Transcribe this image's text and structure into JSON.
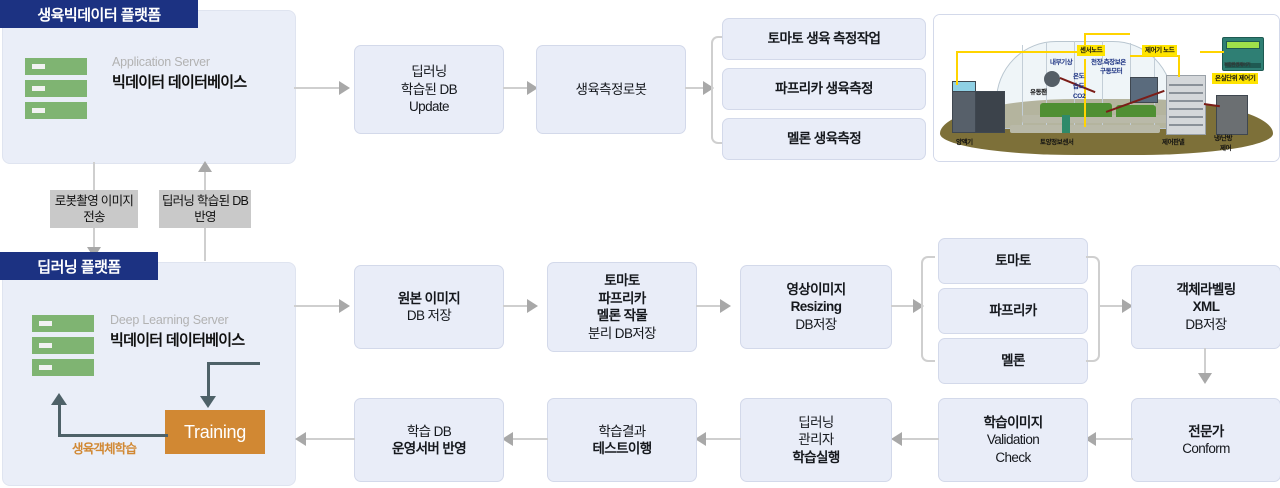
{
  "diagram": {
    "title_hidden": "",
    "platforms": [
      {
        "id": "growth-bigdata-platform",
        "title": "생육빅데이터 플랫폼",
        "server_sub": "Application\nServer",
        "server_sub_line1": "Application",
        "server_sub_line2": "Server",
        "server_main_line1": "빅데이터",
        "server_main_line2": "데이터베이스",
        "icon": "server-rack-icon"
      },
      {
        "id": "deep-learning-platform",
        "title": "딥러닝 플랫폼",
        "server_sub_line1": "Deep Learning",
        "server_sub_line2": "Server",
        "server_main_line1": "빅데이터",
        "server_main_line2": "데이터베이스",
        "icon": "server-rack-icon",
        "training_label": "Training",
        "loop_label": "생육객체학습"
      }
    ],
    "chips": [
      {
        "id": "robot-capture",
        "line1": "로봇촬영",
        "line2": "이미지전송"
      },
      {
        "id": "deeplearning-db-apply",
        "line1": "딥러닝 학습된",
        "line2": "DB반영"
      }
    ],
    "top_flow": [
      {
        "id": "deeplearning-db-update",
        "lines": [
          "딥러닝",
          "학습된 DB",
          "Update"
        ],
        "bold": [
          false,
          false,
          false
        ]
      },
      {
        "id": "growth-measure-robot",
        "lines": [
          "생육측정로봇"
        ],
        "bold": [
          false
        ]
      }
    ],
    "top_branch": [
      {
        "id": "tomato-growth-task",
        "lines": [
          "토마토 생육 측정작업"
        ],
        "bold": [
          true
        ]
      },
      {
        "id": "paprika-growth-measure",
        "lines": [
          "파프리카 생육측정"
        ],
        "bold": [
          true
        ]
      },
      {
        "id": "melon-growth-measure",
        "lines": [
          "멜론 생육측정"
        ],
        "bold": [
          true
        ]
      }
    ],
    "mid_flow": [
      {
        "id": "original-image-db",
        "lines": [
          "원본 이미지",
          "DB 저장"
        ],
        "bold": [
          true,
          false
        ]
      },
      {
        "id": "crop-split-db",
        "lines": [
          "토마토",
          "파프리카",
          "멜론 작물",
          "분리 DB저장"
        ],
        "bold": [
          true,
          true,
          "mixed",
          false
        ]
      },
      {
        "id": "image-resizing-db",
        "lines": [
          "영상이미지",
          "Resizing",
          "DB저장"
        ],
        "bold": [
          true,
          true,
          false
        ]
      }
    ],
    "mid_branch": [
      {
        "id": "branch-tomato",
        "lines": [
          "토마토"
        ],
        "bold": [
          true
        ]
      },
      {
        "id": "branch-paprika",
        "lines": [
          "파프리카"
        ],
        "bold": [
          true
        ]
      },
      {
        "id": "branch-melon",
        "lines": [
          "멜론"
        ],
        "bold": [
          true
        ]
      }
    ],
    "right_column": [
      {
        "id": "object-labeling-xml",
        "lines": [
          "객체라벨링",
          "XML",
          "DB저장"
        ],
        "bold": [
          true,
          true,
          false
        ]
      },
      {
        "id": "expert-conform",
        "lines": [
          "전문가",
          "Conform"
        ],
        "bold": [
          true,
          false
        ]
      }
    ],
    "bottom_flow": [
      {
        "id": "train-db-apply-server",
        "lines": [
          "학습 DB",
          "운영서버 반영"
        ],
        "bold": [
          false,
          true
        ]
      },
      {
        "id": "train-result-test",
        "lines": [
          "학습결과",
          "테스트이행"
        ],
        "bold": [
          false,
          true
        ]
      },
      {
        "id": "deeplearning-manager-train",
        "lines": [
          "딥러닝",
          "관리자",
          "학습실행"
        ],
        "bold": [
          false,
          false,
          true
        ]
      },
      {
        "id": "train-image-validation",
        "lines": [
          "학습이미지",
          "Validation",
          "Check"
        ],
        "bold": [
          true,
          false,
          false
        ]
      }
    ],
    "greenhouse_photo": {
      "id": "greenhouse-sensor-diagram",
      "labels": {
        "sensor_node": "센서노드",
        "controller_node": "제어기 노드",
        "greenhouse_unit_controller": "온실단위 제어기",
        "internal_weather": "내부기상",
        "ceiling_side_insulation": "천장.측장보온",
        "drive_motor": "구동모터",
        "temperature": "온도",
        "humidity": "습도",
        "co2": "CO2",
        "circulation_fan": "유동팬",
        "nutrient_supply": "양액기",
        "soil_info_sensor": "토양정보센서",
        "control_panel": "제어판넬",
        "cooling_heating_line1": "냉/난방",
        "cooling_heating_line2": "제어",
        "device_caption": "복합환경제어기"
      }
    },
    "colors": {
      "platform_title_bg": "#1c3282",
      "panel_bg": "#eaeef8",
      "box_bg": "#e9edf8",
      "box_border": "#d3d9ea",
      "chip_bg": "#c9c9c9",
      "training_bg": "#d18833",
      "server_icon": "#7fb472",
      "connector": "#cfcfcf",
      "dark_connector": "#4e6168",
      "label_yellow": "#ffe400"
    }
  }
}
